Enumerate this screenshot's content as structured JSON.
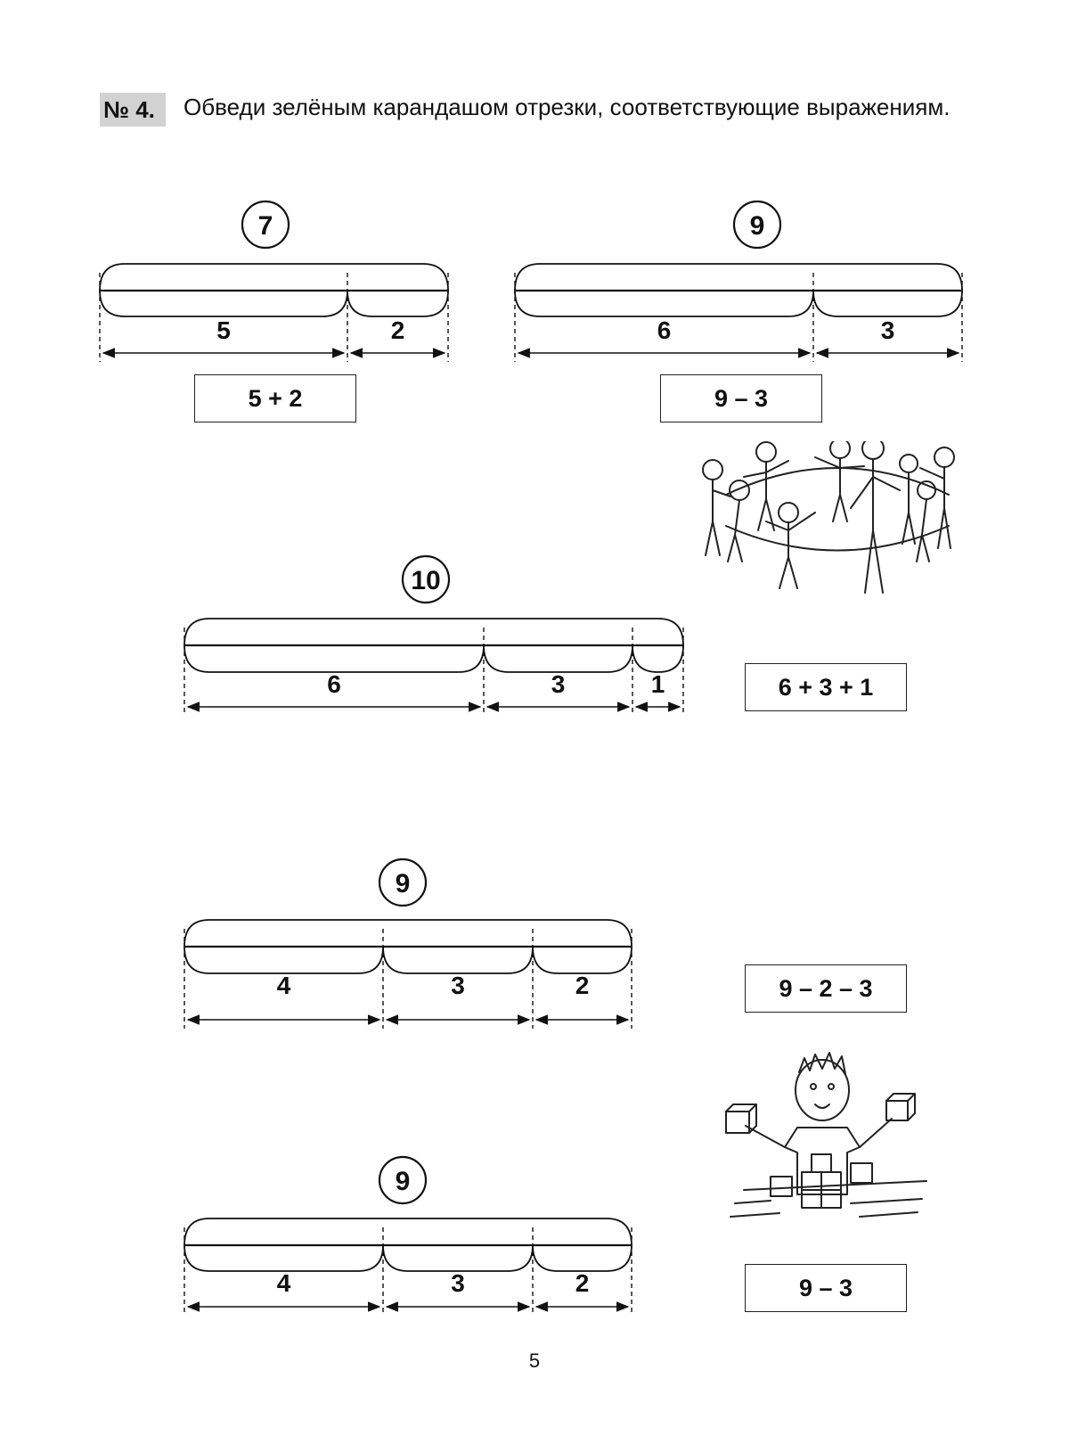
{
  "task": {
    "number": "№ 4.",
    "instruction": "Обведи зелёным карандашом отрезки, соответствующие выражениям."
  },
  "diagrams": [
    {
      "total": "7",
      "parts": [
        "5",
        "2"
      ]
    },
    {
      "total": "9",
      "parts": [
        "6",
        "3"
      ]
    },
    {
      "total": "10",
      "parts": [
        "6",
        "3",
        "1"
      ]
    },
    {
      "total": "9",
      "parts": [
        "4",
        "3",
        "2"
      ]
    },
    {
      "total": "9",
      "parts": [
        "4",
        "3",
        "2"
      ]
    }
  ],
  "expressions": [
    "5 + 2",
    "9 – 3",
    "6 + 3 + 1",
    "9 – 2 – 3",
    "9 – 3"
  ],
  "illustrations": [
    "children-round-dance",
    "boy-with-blocks"
  ],
  "page_number": "5"
}
